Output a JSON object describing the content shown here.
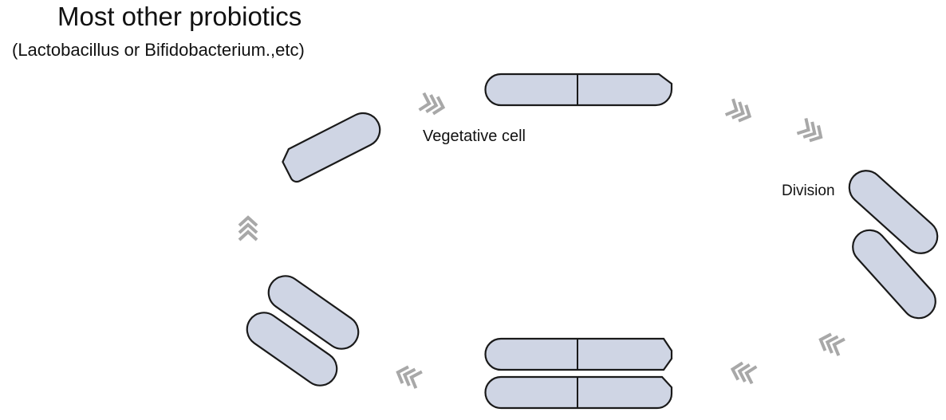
{
  "title": "Most other probiotics",
  "subtitle": "(Lactobacillus or Bifidobacterium.,etc)",
  "labels": {
    "vegetative": "Vegetative cell",
    "division": "Division"
  },
  "colors": {
    "cell_fill": "#cfd5e4",
    "cell_stroke": "#1a1a1a",
    "arrow": "#a8a8a8"
  }
}
